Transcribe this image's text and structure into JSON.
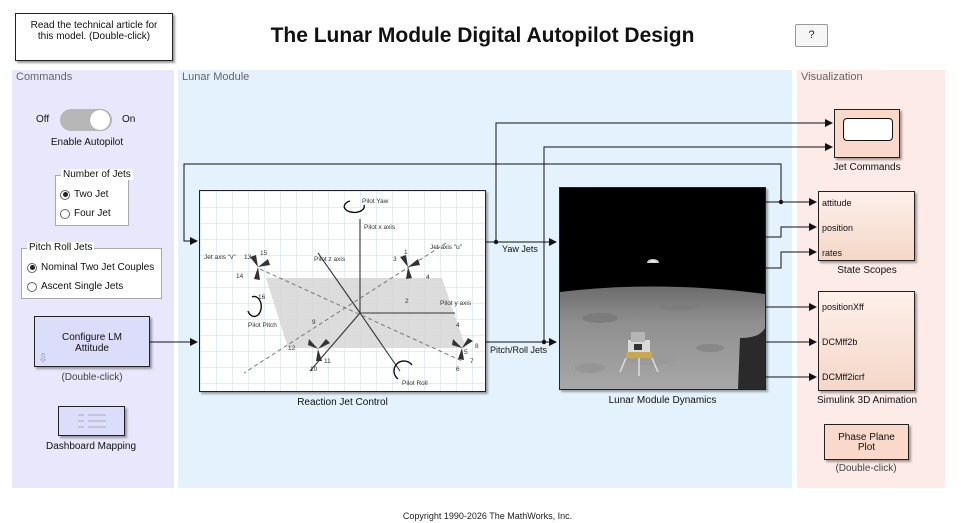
{
  "header": {
    "title": "The Lunar Module Digital Autopilot Design",
    "doc_block_text": "Read the technical article for this model. (Double-click)",
    "help_button_label": "?"
  },
  "areas": {
    "commands": "Commands",
    "lunar_module": "Lunar Module",
    "visualization": "Visualization"
  },
  "toggle": {
    "off_label": "Off",
    "on_label": "On",
    "caption": "Enable Autopilot",
    "state": "off"
  },
  "number_of_jets": {
    "title": "Number of Jets",
    "options": [
      "Two Jet",
      "Four Jet"
    ],
    "selected": "Two Jet"
  },
  "pitch_roll_jets": {
    "title": "Pitch Roll Jets",
    "options": [
      "Nominal Two Jet Couples",
      "Ascent Single Jets"
    ],
    "selected": "Nominal Two Jet Couples"
  },
  "configure_block": {
    "label": "Configure LM Attitude",
    "caption": "(Double-click)"
  },
  "dashboard": {
    "caption": "Dashboard Mapping"
  },
  "rjc": {
    "caption": "Reaction Jet Control",
    "diagram_labels": {
      "pilot_yaw": "Pilot Yaw",
      "pilot_x": "Pilot x axis",
      "pilot_z": "Pilot z axis",
      "pilot_y": "Pilot y axis",
      "jet_v": "Jet axis \"v\"",
      "jet_u": "Jet axis \"u\"",
      "pilot_pitch": "Pilot Pitch",
      "pilot_roll": "Pilot Roll"
    },
    "jet_numbers": [
      "13",
      "15",
      "14",
      "16",
      "1",
      "3",
      "4",
      "2",
      "4",
      "8",
      "5",
      "7",
      "6",
      "9",
      "12",
      "11",
      "10"
    ]
  },
  "signals": {
    "yaw": "Yaw Jets",
    "pitch_roll": "Pitch/Roll Jets"
  },
  "dynamics": {
    "caption": "Lunar Module Dynamics"
  },
  "jet_commands": {
    "caption": "Jet Commands"
  },
  "state_scopes": {
    "caption": "State Scopes",
    "ports": [
      "attitude",
      "position",
      "rates"
    ]
  },
  "sim3d": {
    "caption": "Simulink 3D Animation",
    "ports": [
      "positionXff",
      "DCMff2b",
      "DCMff2icrf"
    ]
  },
  "phase_plane": {
    "label": "Phase Plane Plot",
    "caption": "(Double-click)"
  },
  "footer": {
    "copyright": "Copyright 1990-2026 The MathWorks, Inc."
  },
  "colors": {
    "commands_bg": "#e9e7fb",
    "lunar_bg": "#e3f2fd",
    "visualization_bg": "#fcebe6",
    "peach_block": "#fbd9ca",
    "lavender_block": "#dcdcfb"
  }
}
